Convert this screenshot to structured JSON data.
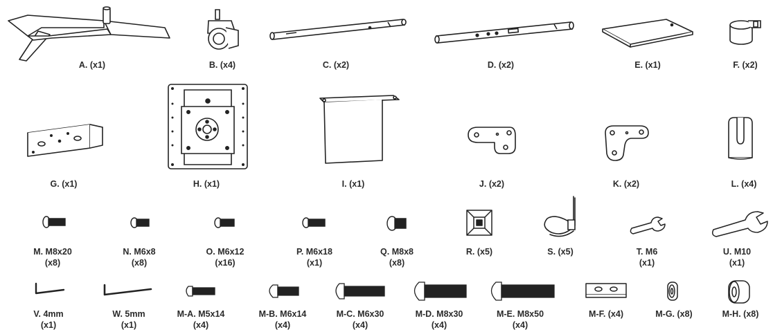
{
  "parts": {
    "A": {
      "name": "A. (x1)"
    },
    "B": {
      "name": "B. (x4)"
    },
    "C": {
      "name": "C. (x2)"
    },
    "D": {
      "name": "D. (x2)"
    },
    "E": {
      "name": "E. (x1)"
    },
    "F": {
      "name": "F. (x2)"
    },
    "G": {
      "name": "G. (x1)"
    },
    "H": {
      "name": "H. (x1)"
    },
    "I": {
      "name": "I. (x1)"
    },
    "J": {
      "name": "J. (x2)"
    },
    "K": {
      "name": "K. (x2)"
    },
    "L": {
      "name": "L. (x4)"
    },
    "M": {
      "name": "M. M8x20",
      "qty": "(x8)"
    },
    "N": {
      "name": "N. M6x8",
      "qty": "(x8)"
    },
    "O": {
      "name": "O. M6x12",
      "qty": "(x16)"
    },
    "P": {
      "name": "P. M6x18",
      "qty": "(x1)"
    },
    "Q": {
      "name": "Q. M8x8",
      "qty": "(x8)"
    },
    "R": {
      "name": "R. (x5)"
    },
    "S": {
      "name": "S. (x5)"
    },
    "T": {
      "name": "T. M6",
      "qty": "(x1)"
    },
    "U": {
      "name": "U. M10",
      "qty": "(x1)"
    },
    "V": {
      "name": "V. 4mm",
      "qty": "(x1)"
    },
    "W": {
      "name": "W. 5mm",
      "qty": "(x1)"
    },
    "MA": {
      "name": "M-A. M5x14",
      "qty": "(x4)"
    },
    "MB": {
      "name": "M-B. M6x14",
      "qty": "(x4)"
    },
    "MC": {
      "name": "M-C. M6x30",
      "qty": "(x4)"
    },
    "MD": {
      "name": "M-D. M8x30",
      "qty": "(x4)"
    },
    "ME": {
      "name": "M-E. M8x50",
      "qty": "(x4)"
    },
    "MF": {
      "name": "M-F. (x4)"
    },
    "MG": {
      "name": "M-G. (x8)"
    },
    "MH": {
      "name": "M-H. (x8)"
    }
  },
  "icons": {
    "A": "tripod-base-icon",
    "B": "caster-wheel-icon",
    "C": "tube-icon",
    "D": "tube-with-holes-icon",
    "E": "tray-plate-icon",
    "F": "clamp-ring-icon",
    "G": "bracket-icon",
    "H": "vesa-mount-plate-icon",
    "I": "panel-icon",
    "J": "connector-plate-icon",
    "K": "connector-plate-icon",
    "L": "cable-clip-icon",
    "M": "bolt-icon",
    "N": "bolt-icon",
    "O": "bolt-icon",
    "P": "bolt-icon",
    "Q": "bolt-icon",
    "R": "adhesive-mount-icon",
    "S": "cable-tie-icon",
    "T": "wrench-icon",
    "U": "wrench-icon",
    "V": "hex-key-icon",
    "W": "hex-key-icon",
    "MA": "screw-icon",
    "MB": "screw-icon",
    "MC": "screw-icon",
    "MD": "screw-icon",
    "ME": "screw-icon",
    "MF": "washer-plate-icon",
    "MG": "spacer-icon",
    "MH": "spacer-icon"
  }
}
